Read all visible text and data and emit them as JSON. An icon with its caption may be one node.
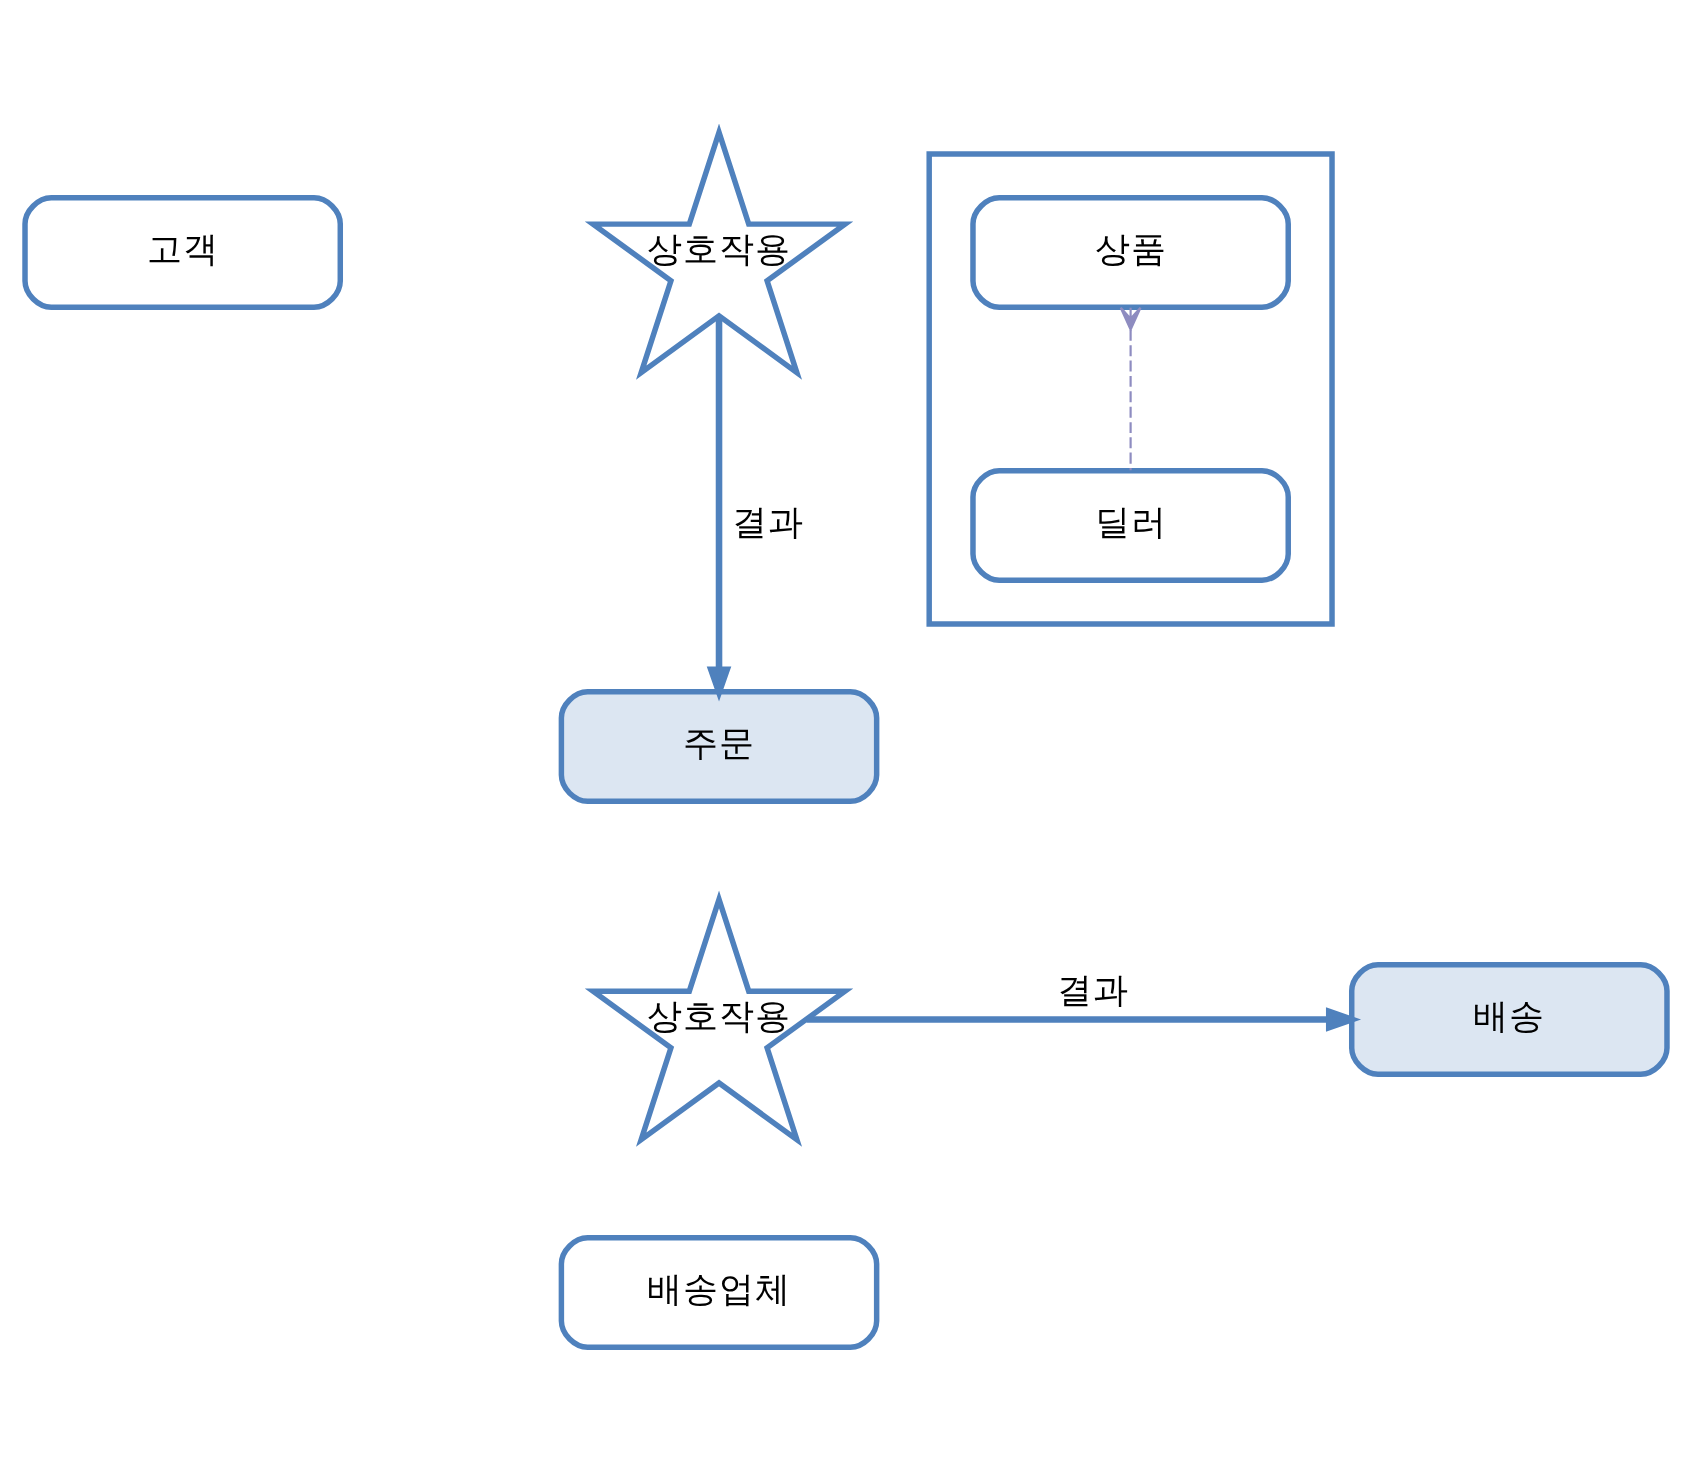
{
  "diagram": {
    "nodes": [
      {
        "text": [
          "고객"
        ]
      },
      {
        "text": [
          "상호작용"
        ]
      },
      {
        "text": [],
        "shape": "box"
      },
      {
        "text": [
          "상품"
        ],
        "in": 2
      },
      {
        "text": [
          "딜러"
        ],
        "in": 2
      },
      {
        "text": [
          "주문"
        ]
      },
      {
        "text": [
          "상호작용"
        ]
      },
      {
        "text": [
          "배송"
        ]
      },
      {
        "text": [
          "배송업체"
        ]
      }
    ],
    "edges": [
      {
        "from": 1,
        "to": 5,
        "arrow": "to",
        "label": "결과"
      },
      {
        "from": 4,
        "to": 3,
        "arrow": "other",
        "style": "dashed",
        "color": "#8e8cc0"
      },
      {
        "from": 6,
        "to": 7,
        "arrow": "to",
        "label": "결과"
      }
    ]
  }
}
